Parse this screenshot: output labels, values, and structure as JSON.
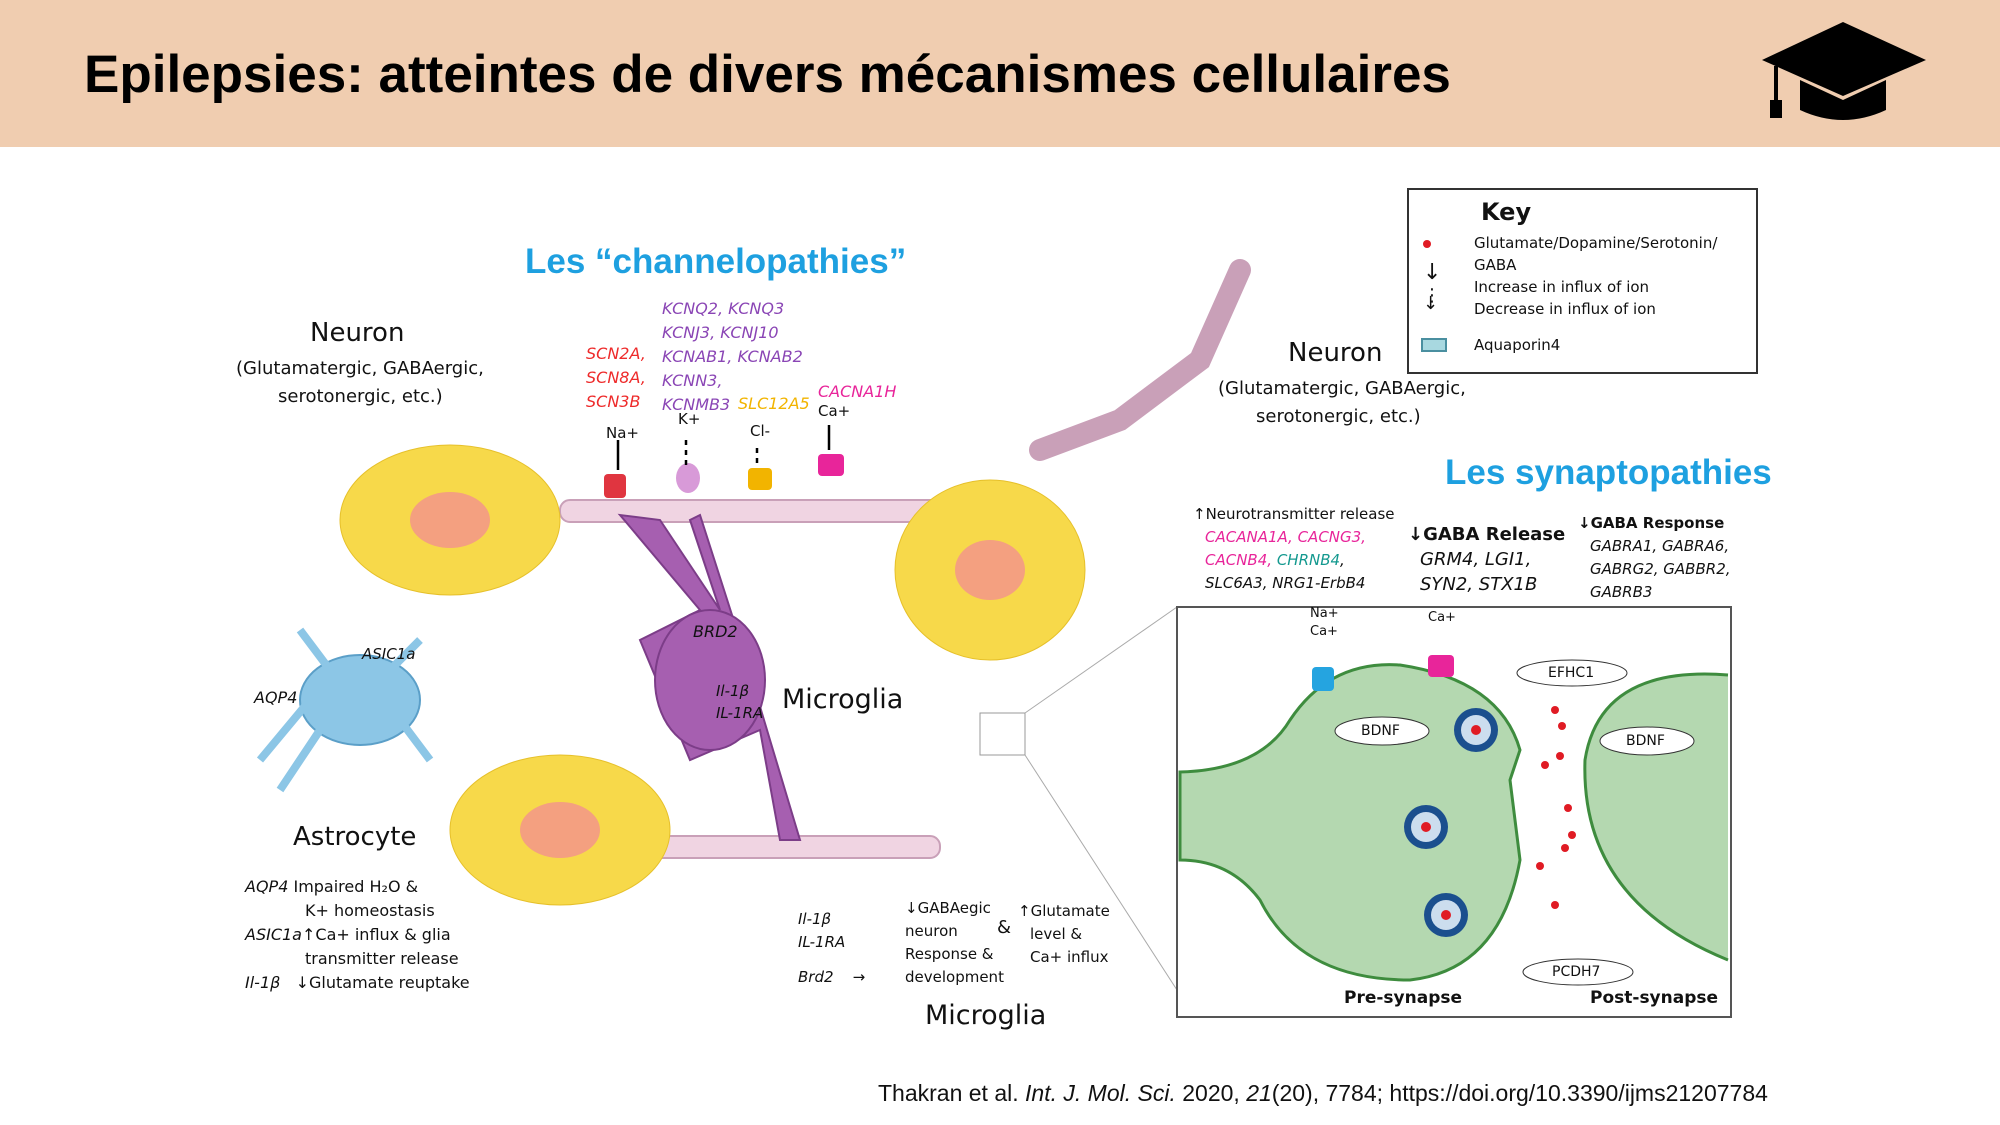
{
  "header": {
    "title": "Epilepsies: atteintes de divers mécanismes cellulaires",
    "icon": "graduation-cap-icon",
    "bg_color": "#f0cdb0"
  },
  "figure": {
    "channelopathies_title": "Les “channelopathies”",
    "synaptopathies_title": "Les synaptopathies",
    "neuron_left": {
      "label": "Neuron",
      "sub1": "(Glutamatergic, GABAergic,",
      "sub2": "serotonergic, etc.)"
    },
    "neuron_right": {
      "label": "Neuron",
      "sub1": "(Glutamatergic, GABAergic,",
      "sub2": "serotonergic, etc.)"
    },
    "channels": {
      "na": {
        "genes": [
          "SCN2A,",
          "SCN8A,",
          "SCN3B"
        ],
        "ion": "Na+"
      },
      "k": {
        "genes": [
          "KCNQ2, KCNQ3",
          "KCNJ3, KCNJ10",
          "KCNAB1, KCNAB2",
          "KCNN3,",
          "KCNMB3"
        ],
        "ion": "K+"
      },
      "cl": {
        "gene": "SLC12A5",
        "ion": "Cl-"
      },
      "ca": {
        "gene": "CACNA1H",
        "ion": "Ca+"
      }
    },
    "microglia_cell": {
      "gene1": "BRD2",
      "gene2": "Il-1β",
      "gene3": "IL-1RA",
      "label": "Microglia"
    },
    "astrocyte": {
      "aqp4": "AQP4",
      "asic": "ASIC1a",
      "label": "Astrocyte",
      "notes": [
        {
          "gene": "AQP4",
          "text": "Impaired H₂O &"
        },
        {
          "gene": "",
          "text": "K+ homeostasis"
        },
        {
          "gene": "ASIC1a",
          "arrow": "↑",
          "text": "Ca+ influx  & glia"
        },
        {
          "gene": "",
          "text": "transmitter release"
        },
        {
          "gene": "Il-1β",
          "arrow": "↓",
          "text": "Glutamate reuptake"
        }
      ]
    },
    "microglia_notes": {
      "g1": "Il-1β",
      "g2": "IL-1RA",
      "g3": "Brd2",
      "c1": [
        "GABAegic",
        "neuron",
        "Response &",
        "development"
      ],
      "amp": "&",
      "c2": [
        "Glutamate",
        "level &",
        "Ca+ influx"
      ],
      "label": "Microglia"
    },
    "synapse": {
      "nt_release": {
        "heading": "Neurotransmitter release",
        "line1a": "CACANA1A, ",
        "line1b": "CACNG3,",
        "line2a": "CACNB4, ",
        "line2b": "CHRNB4",
        "line2c": ",",
        "line3": "SLC6A3, NRG1-ErbB4"
      },
      "gaba_release": {
        "heading": "GABA Release",
        "genes": [
          "GRM4, LGI1,",
          "SYN2, STX1B"
        ]
      },
      "gaba_response": {
        "heading": "GABA Response",
        "genes": [
          "GABRA1, GABRA6,",
          "GABRG2, GABBR2,",
          "GABRB3"
        ]
      },
      "na_ca": [
        "Na+",
        "Ca+"
      ],
      "ca": "Ca+",
      "efhc1": "EFHC1",
      "bdnf_pre": "BDNF",
      "bdnf_post": "BDNF",
      "pcdh7": "PCDH7",
      "pre": "Pre-synapse",
      "post": "Post-synapse"
    },
    "key": {
      "title": "Key",
      "items": [
        "Glutamate/Dopamine/Serotonin/",
        "GABA",
        "Increase in influx of ion",
        "Decrease in influx of ion",
        "Aquaporin4"
      ]
    },
    "colors": {
      "heading_blue": "#1ea0e0",
      "neuron": "#f7d94a",
      "axon": "#f0d4e2",
      "microglia": "#a65fb0",
      "astrocyte": "#8cc6e6",
      "synapse": "#b4d8b0"
    }
  },
  "citation": {
    "authors": "Thakran et al. ",
    "journal": "Int. J. Mol. Sci.",
    "year": " 2020, ",
    "vol": "21",
    "rest": "(20), 7784; https://doi.org/10.3390/ijms21207784"
  }
}
